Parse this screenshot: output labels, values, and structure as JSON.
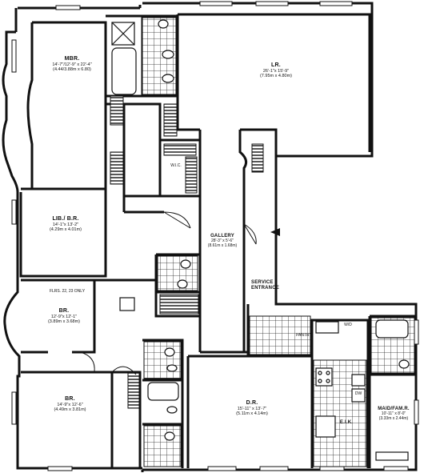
{
  "rooms": {
    "mbr": {
      "name": "MBR.",
      "dims": "14'-7\"/12'-9\" x 22'-4\"",
      "metric": "(4.44/3.88m x 6.80)"
    },
    "lr": {
      "name": "LR.",
      "dims": "26'-1\"x 15'-9\"",
      "metric": "(7.95m x 4.80m)"
    },
    "lib_br": {
      "name": "LIB./ B.R.",
      "dims": "14'-1\"x 13'-2\"",
      "metric": "(4.29m x 4.01m)"
    },
    "wic": {
      "name": "W.I.C."
    },
    "gallery": {
      "name": "GALLERY",
      "dims": "28'-3\" x 5'-6\"",
      "metric": "(8.61m x 1.68m)"
    },
    "service": {
      "name": "SERVICE",
      "name2": "ENTRANCE"
    },
    "flrs_note": {
      "text": "FLRS. 22, 23 ONLY"
    },
    "br1": {
      "name": "BR.",
      "dims": "12'-9\"x 12'-1\"",
      "metric": "(3.89m x 3.68m)"
    },
    "br2": {
      "name": "BR.",
      "dims": "14'-9\"x 12'-6\"",
      "metric": "(4.49m x 3.81m)"
    },
    "pantry": {
      "name": "PANTRY"
    },
    "wd": {
      "name": "W/D"
    },
    "dw": {
      "name": "DW"
    },
    "eik": {
      "name": "E.I.K."
    },
    "dr": {
      "name": "D.R.",
      "dims": "15'-11\" x 13'-7\"",
      "metric": "(5.11m x 4.14m)"
    },
    "maid": {
      "name": "MAID/FAM.R.",
      "dims": "10'-11\" x 8'-0\"",
      "metric": "(3.33m x 2.44m)"
    }
  }
}
